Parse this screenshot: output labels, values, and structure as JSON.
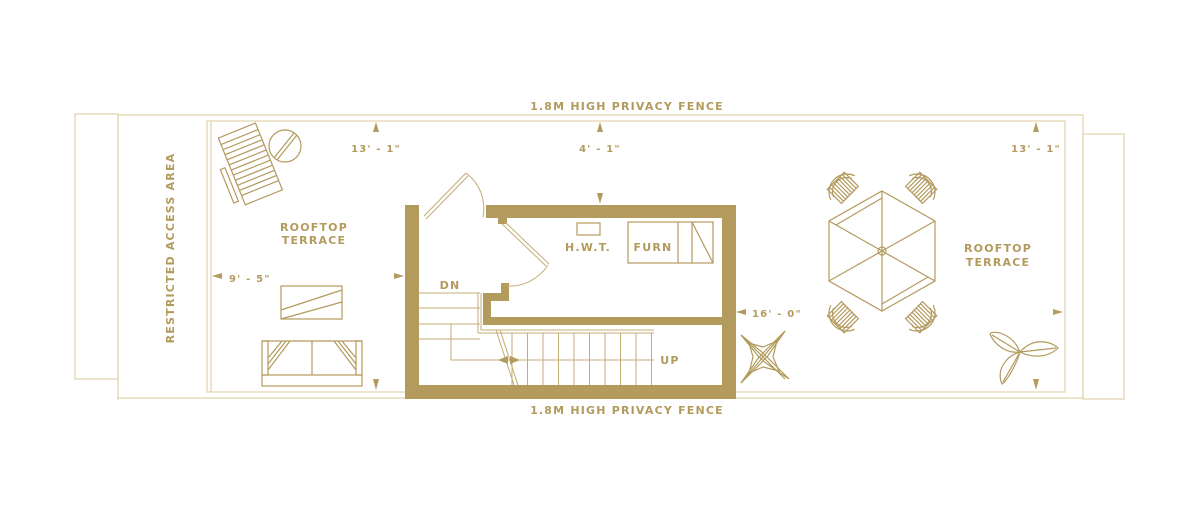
{
  "colors": {
    "accent": "#b39a5d",
    "light_line": "#e2d3ad",
    "background": "#ffffff"
  },
  "labels": {
    "fence_top": "1.8M HIGH PRIVACY FENCE",
    "fence_bottom": "1.8M HIGH PRIVACY FENCE",
    "restricted_area": "RESTRICTED ACCESS AREA",
    "terrace_left_line1": "ROOFTOP",
    "terrace_left_line2": "TERRACE",
    "terrace_right_line1": "ROOFTOP",
    "terrace_right_line2": "TERRACE",
    "hwt": "H.W.T.",
    "furn": "FURN",
    "dn": "DN",
    "up": "UP"
  },
  "dimensions": {
    "left_depth": "13' - 1\"",
    "center_depth": "4' - 1\"",
    "right_depth": "13' - 1\"",
    "left_width": "9' - 5\"",
    "right_width": "16' - 0\""
  },
  "icons": [
    "lounge-chair-icon",
    "round-side-table-icon",
    "coffee-table-icon",
    "sofa-icon",
    "umbrella-table-icon",
    "patio-chair-icon",
    "star-plant-icon",
    "leaf-plant-icon",
    "door-swing-icon",
    "staircase-icon"
  ]
}
